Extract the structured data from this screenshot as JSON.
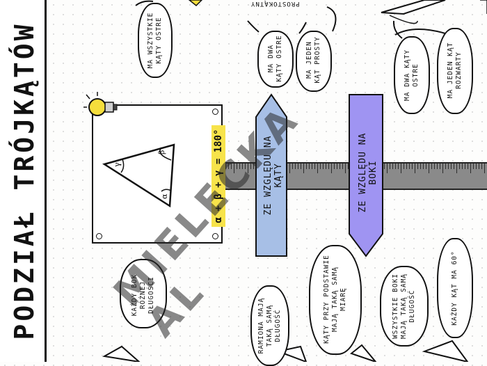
{
  "title": "PODZIAŁ TRÓJKĄTÓW",
  "watermark": "MIELECKA AL",
  "formula": "α + β + γ = 180°",
  "angles": {
    "alpha": "α",
    "beta": "β",
    "gamma": "γ"
  },
  "arrows": {
    "angles_label": "ZE WZGLĘDU NA KĄTY",
    "sides_label": "ZE WZGLĘDU NA BOKI"
  },
  "top_cut_label": "PROSTOKĄTNY",
  "bubbles": {
    "all_acute": "MA WSZYSTKIE\nKĄTY OSTRE",
    "two_acute_a": "MA DWA\nKĄTY OSTRE",
    "one_right": "MA JEDEN\nKĄT PROSTY",
    "two_acute_b": "MA DWA KĄTY\nOSTRE",
    "one_obtuse": "MA JEDEN KĄT\nROZWARTY",
    "scalene": "KAŻDY BOK\nRÓŻNEJ\nDŁUGOŚCI",
    "isosceles_arms": "RAMIONA MAJĄ\nTAKĄ SAMĄ\nDŁUGOŚĆ",
    "isosceles_base": "KĄTY PRZY PODSTAWIE\nMAJĄ TAKĄ SAMĄ\nMIARĘ",
    "equilateral_sides": "WSZYSTKIE BOKI\nMAJĄ TAKĄ SAMĄ\nDŁUGOŚĆ",
    "equilateral_angle": "KAŻDY KĄT MA 60°"
  },
  "colors": {
    "arrow_blue": "#a7bfe6",
    "arrow_purple": "#9f94f2",
    "formula_yellow": "#f7e34a",
    "bulb_yellow": "#f5de3c",
    "ruler_gray": "#8a8a8a"
  }
}
